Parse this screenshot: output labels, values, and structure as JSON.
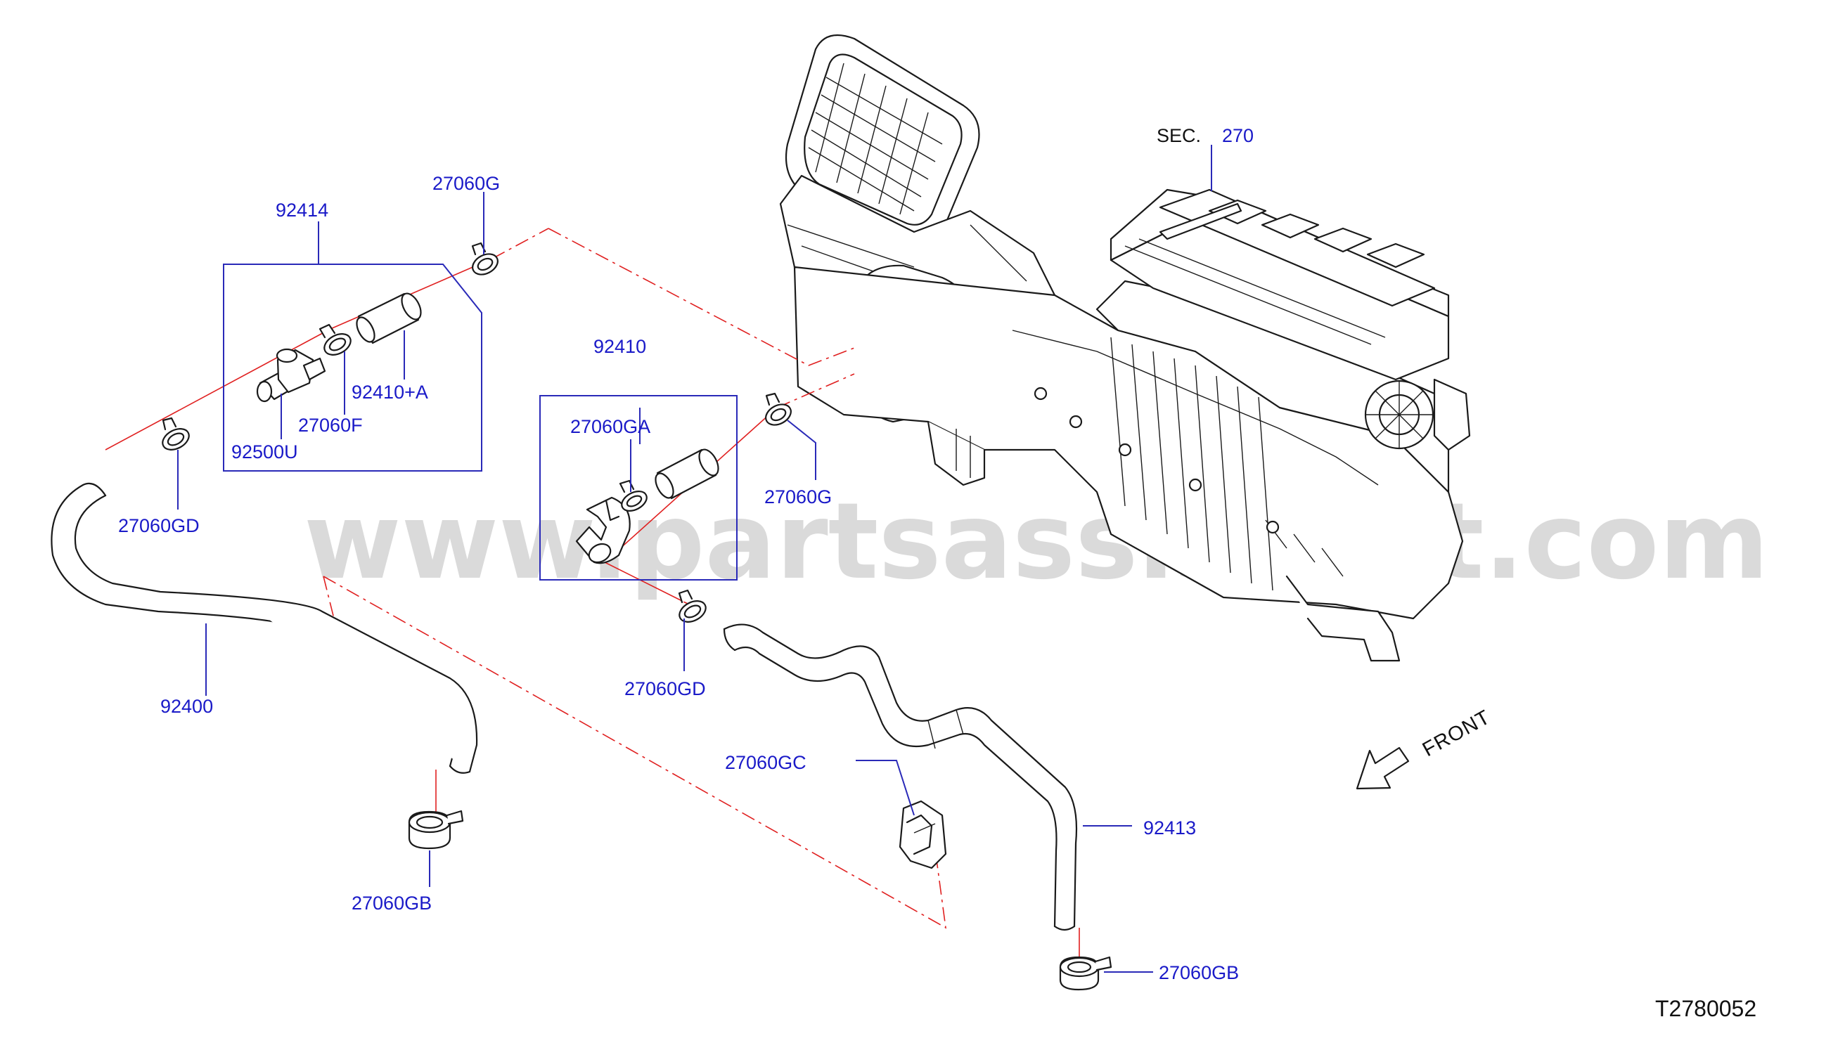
{
  "watermark": "www.partsassistant.com",
  "diagram_code": "T2780052",
  "direction_label": "FRONT",
  "section_ref": {
    "prefix": "SEC.",
    "number": "270"
  },
  "callouts": [
    "92414",
    "27060G",
    "92410+A",
    "27060F",
    "92500U",
    "27060GD",
    "92410",
    "27060GA",
    "27060G",
    "27060GD",
    "92400",
    "27060GB",
    "27060GC",
    "92413",
    "27060GB"
  ],
  "colors": {
    "callout_text": "#1a1ac8",
    "leader_line": "#2a2ab8",
    "phantom_line": "#e02020",
    "outline": "#1a1a1a"
  }
}
